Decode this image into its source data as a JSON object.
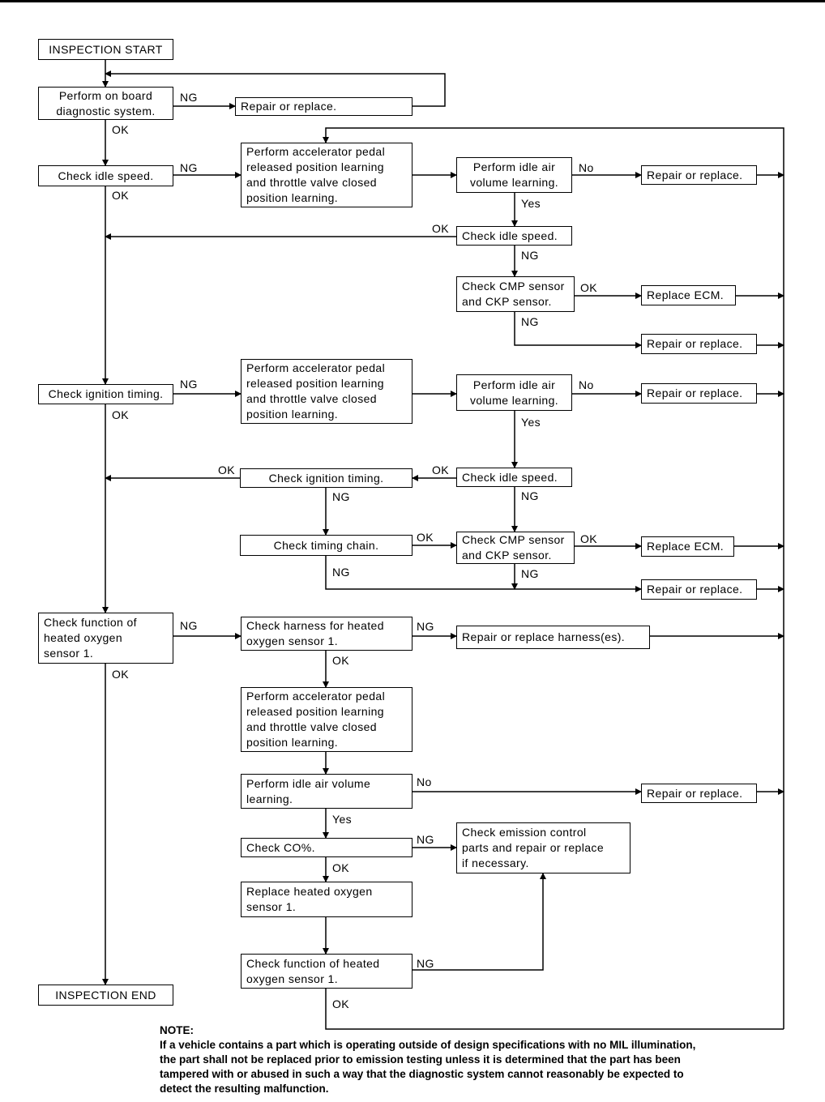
{
  "boxes": {
    "start": "INSPECTION START",
    "obd": "Perform on board\ndiagnostic system.",
    "rr1": "Repair or replace.",
    "idle1": "Check idle speed.",
    "accel1": "Perform accelerator pedal\nreleased position learning\nand throttle valve closed\nposition learning.",
    "iav1": "Perform idle air\nvolume learning.",
    "rr2": "Repair or replace.",
    "idle2": "Check idle speed.",
    "cmp1": "Check CMP sensor\nand CKP sensor.",
    "ecm1": "Replace ECM.",
    "rr3": "Repair or replace.",
    "ign1": "Check ignition timing.",
    "accel2": "Perform accelerator pedal\nreleased position learning\nand throttle valve closed\nposition learning.",
    "iav2": "Perform idle air\nvolume learning.",
    "rr4": "Repair or replace.",
    "ign2": "Check ignition timing.",
    "idle3": "Check idle speed.",
    "chain": "Check timing chain.",
    "cmp2": "Check CMP sensor\nand CKP sensor.",
    "ecm2": "Replace ECM.",
    "rr5": "Repair or replace.",
    "ho2s1": "Check function of\nheated oxygen\nsensor 1.",
    "harness": "Check harness for heated\noxygen sensor 1.",
    "rrh": "Repair or replace harness(es).",
    "accel3": "Perform accelerator pedal\nreleased position learning\nand throttle valve closed\nposition learning.",
    "iav3": "Perform idle air volume\nlearning.",
    "rr6": "Repair or replace.",
    "co": "Check CO%.",
    "emission": "Check emission control\nparts and repair or replace\nif necessary.",
    "replace": "Replace heated oxygen\nsensor 1.",
    "ho2s2": "Check function of heated\noxygen sensor 1.",
    "end": "INSPECTION END"
  },
  "labels": [
    "NG",
    "OK",
    "NG",
    "OK",
    "No",
    "Yes",
    "OK",
    "NG",
    "OK",
    "NG",
    "NG",
    "OK",
    "No",
    "Yes",
    "OK",
    "OK",
    "NG",
    "NG",
    "OK",
    "OK",
    "NG",
    "NG",
    "NG",
    "OK",
    "NG",
    "OK",
    "No",
    "Yes",
    "NG",
    "OK",
    "NG",
    "OK"
  ],
  "note": {
    "title": "NOTE:",
    "lines": [
      "If a vehicle contains a part which is operating outside of design specifications with no MIL illumination,",
      "the part shall not be replaced prior to emission testing unless it is determined that the part has been",
      "tampered with or abused in such a way that the diagnostic system cannot reasonably be expected to",
      "detect the resulting malfunction."
    ]
  }
}
